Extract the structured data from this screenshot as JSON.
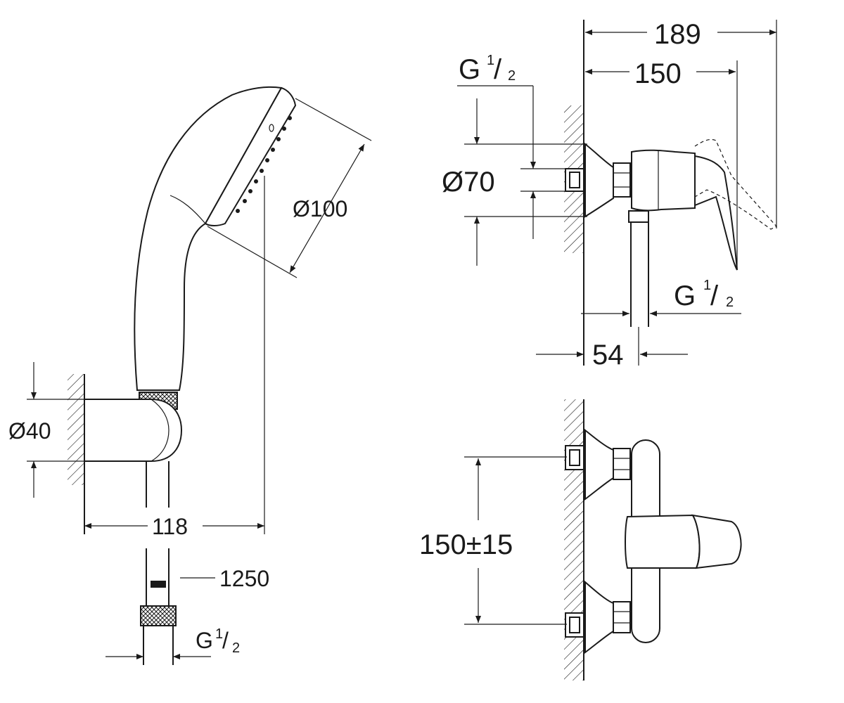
{
  "dimensions": {
    "d189": "189",
    "d150": "150",
    "g_top": "G",
    "g_top_num": "1",
    "g_top_den": "2",
    "d70": "Ø70",
    "g_right": "G",
    "g_right_num": "1",
    "g_right_den": "2",
    "d54": "54",
    "d100": "Ø100",
    "d40": "Ø40",
    "d118": "118",
    "d1250": "1250",
    "g_bottom": "G",
    "g_bottom_num": "1",
    "g_bottom_den": "2",
    "d150pm15": "150±15"
  },
  "colors": {
    "ink": "#1a1a1a",
    "paper": "#ffffff"
  }
}
